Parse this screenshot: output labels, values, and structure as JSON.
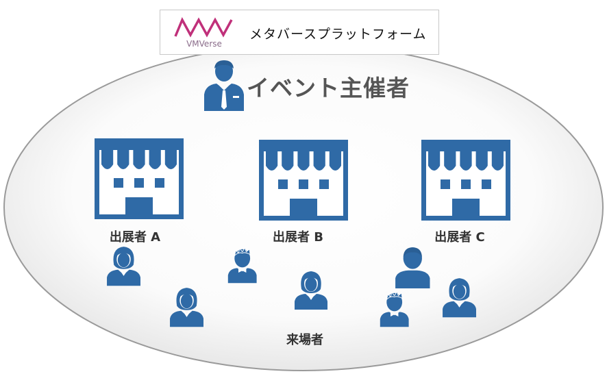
{
  "platform": {
    "logo_text": "VMVerse",
    "name": "メタバースプラットフォーム"
  },
  "organizer": {
    "label": "イベント主催者"
  },
  "exhibitors": [
    {
      "label": "出展者 A"
    },
    {
      "label": "出展者 B"
    },
    {
      "label": "出展者 C"
    }
  ],
  "visitors": {
    "label": "来場者"
  },
  "colors": {
    "icon_blue": "#2f6aa6",
    "logo_pink": "#c0307a",
    "text_gray": "#555555"
  },
  "icons": [
    "businessman-icon",
    "store-icon",
    "woman-icon",
    "man-icon"
  ]
}
